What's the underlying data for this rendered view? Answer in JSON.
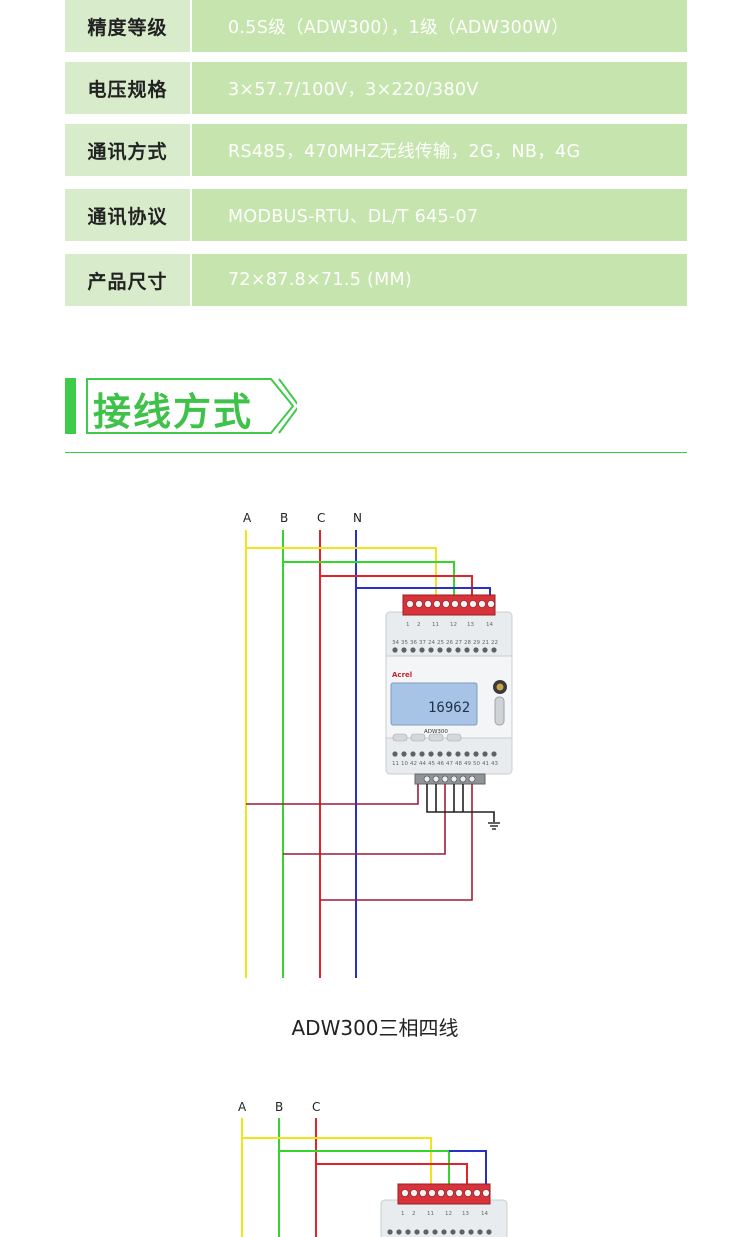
{
  "specs": [
    {
      "label": "精度等级",
      "value": "0.5S级（ADW300），1级（ADW300W）"
    },
    {
      "label": "电压规格",
      "value": "3×57.7/100V，3×220/380V"
    },
    {
      "label": "通讯方式",
      "value": "RS485，470MHZ无线传输，2G，NB，4G"
    },
    {
      "label": "通讯协议",
      "value": "MODBUS-RTU、DL/T 645-07"
    },
    {
      "label": "产品尺寸",
      "value": "72×87.8×71.5 (MM)"
    }
  ],
  "section": {
    "title": "接线方式"
  },
  "diagram1": {
    "phases": [
      "A",
      "B",
      "C",
      "N"
    ],
    "brand": "Acrel",
    "model": "ADW300",
    "display_value": "16962",
    "caption": "ADW300三相四线",
    "top_terminals": [
      "1",
      "2",
      "11",
      "12",
      "13",
      "14"
    ],
    "upper_row": [
      "34",
      "35",
      "36",
      "37",
      "24",
      "25",
      "26",
      "27",
      "28",
      "29",
      "21",
      "22"
    ],
    "lower_row": [
      "11",
      "10",
      "42",
      "44",
      "45",
      "46",
      "47",
      "48",
      "49",
      "50",
      "41",
      "43"
    ]
  },
  "diagram2": {
    "phases": [
      "A",
      "B",
      "C"
    ],
    "top_terminals": [
      "1",
      "2",
      "11",
      "12",
      "13",
      "14"
    ]
  },
  "colors": {
    "label_bg": "#d8eccb",
    "value_bg": "#c6e4ad",
    "accent": "#3fcb4a",
    "phase_a": "#f2e31a",
    "phase_b": "#35d52c",
    "phase_c": "#e0242a",
    "phase_n": "#2530c8",
    "ct_wire": "#9c1f3a"
  },
  "icons": [
    "chevron-right-icon",
    "antenna-icon",
    "ground-icon"
  ]
}
